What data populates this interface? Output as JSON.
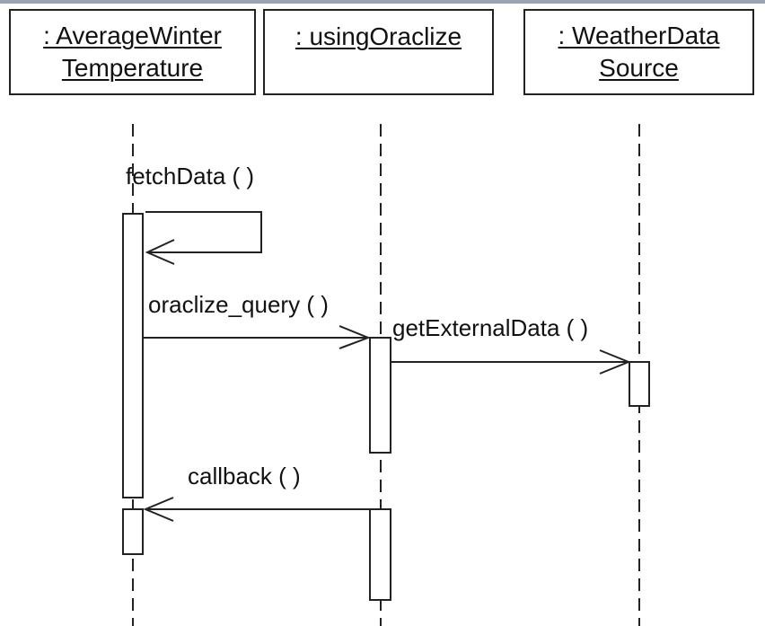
{
  "lifelines": [
    {
      "line1": ": AverageWinter",
      "line2": "Temperature"
    },
    {
      "line1": ": usingOraclize",
      "line2": ""
    },
    {
      "line1": ": WeatherData",
      "line2": "Source"
    }
  ],
  "messages": {
    "fetch": "fetchData ( )",
    "query": "oraclize_query ( )",
    "external": "getExternalData ( )",
    "callback": "callback ( )"
  },
  "colors": {
    "line": "#222222",
    "frame": "#9aa3b0"
  }
}
